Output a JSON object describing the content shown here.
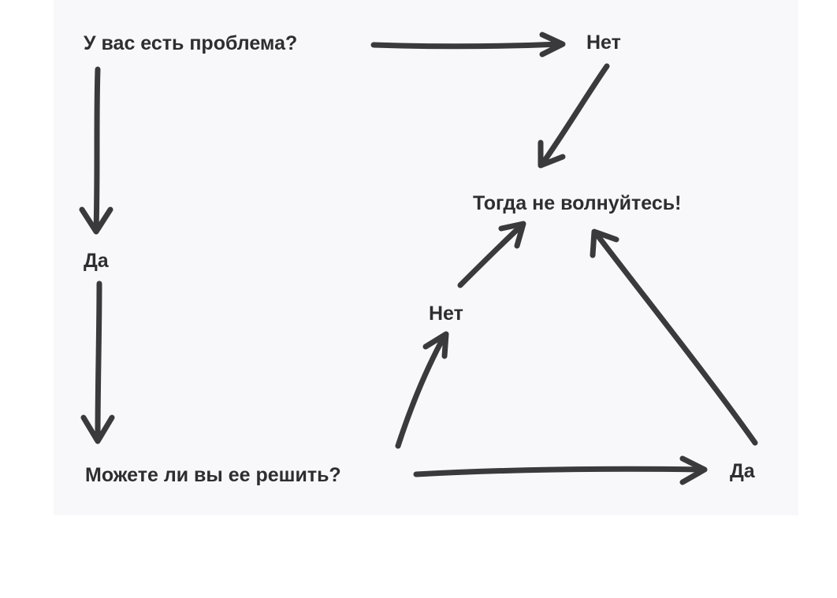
{
  "diagram": {
    "question_problem": "У вас есть проблема?",
    "answer_no_top": "Нет",
    "conclusion": "Тогда не волнуйтесь!",
    "answer_yes_left": "Да",
    "answer_no_middle": "Нет",
    "question_solve": "Можете ли вы ее решить?",
    "answer_yes_bottom": "Да"
  }
}
